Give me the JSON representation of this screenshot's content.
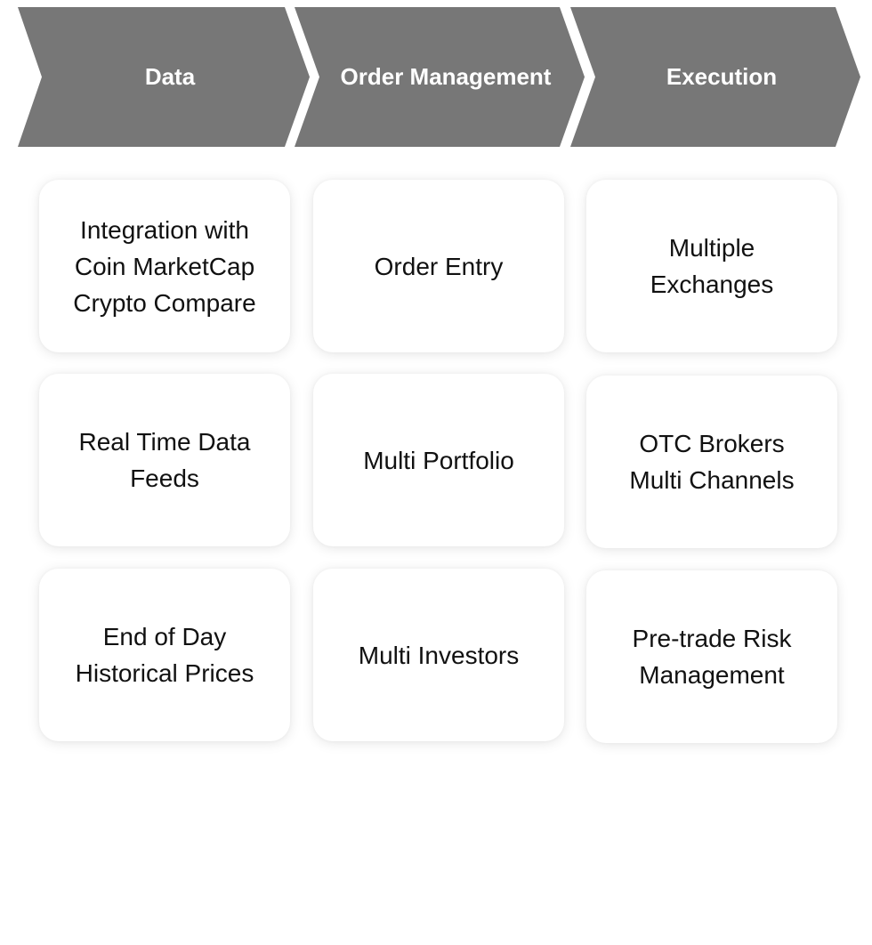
{
  "columns": [
    {
      "header": "Data",
      "items": [
        "Integration with\nCoin MarketCap\nCrypto Compare",
        "Real Time Data\nFeeds",
        "End of Day\nHistorical Prices"
      ]
    },
    {
      "header": "Order Management",
      "items": [
        "Order Entry",
        "Multi Portfolio",
        "Multi Investors"
      ]
    },
    {
      "header": "Execution",
      "items": [
        "Multiple\nExchanges",
        "OTC Brokers\nMulti Channels",
        "Pre-trade Risk\nManagement"
      ]
    }
  ],
  "colors": {
    "chevron": "#777777",
    "header_text": "#ffffff",
    "card_background": "#ffffff",
    "card_text": "#111111"
  }
}
